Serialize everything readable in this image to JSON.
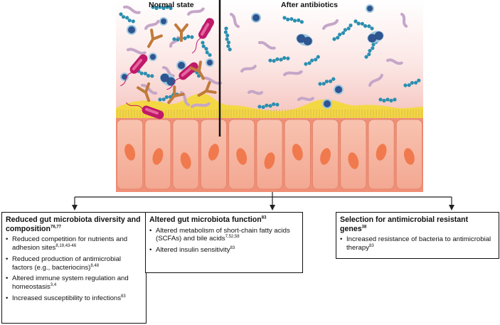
{
  "labels": {
    "normal": "Normal state",
    "after": "After antibiotics"
  },
  "boxes": [
    {
      "title": "Reduced gut microbiota diversity and composition",
      "title_ref": "76,77",
      "items": [
        {
          "text": "Reduced competition for nutrients and adhesion sites",
          "ref": "8,19,43-46"
        },
        {
          "text": "Reduced production of antimicrobial factors (e.g., bacteriocins)",
          "ref": "8,48"
        },
        {
          "text": "Altered immune system regulation and homeostasis",
          "ref": "3,4"
        },
        {
          "text": "Increased susceptibility to infections",
          "ref": "83"
        }
      ]
    },
    {
      "title": "Altered gut microbiota function",
      "title_ref": "83",
      "items": [
        {
          "text": "Altered metabolism of short-chain fatty acids (SCFAs) and bile acids",
          "ref": "7,52,58"
        },
        {
          "text": "Altered insulin sensitivity",
          "ref": "83"
        }
      ]
    },
    {
      "title": "Selection for antimicrobial resistant genes",
      "title_ref": "38",
      "items": [
        {
          "text": "Increased resistance of bacteria to antimicrobial therapy",
          "ref": "83"
        }
      ]
    }
  ],
  "colors": {
    "cell": "#f6b8a3",
    "nucleus": "#f07a4e",
    "mucus": "#f4d93a",
    "rod": "#c5a6c8",
    "chain": "#2a8fb0",
    "antibody": "#c07a3a",
    "pathogen": "#c0186a",
    "coccus": "#2e5590"
  }
}
